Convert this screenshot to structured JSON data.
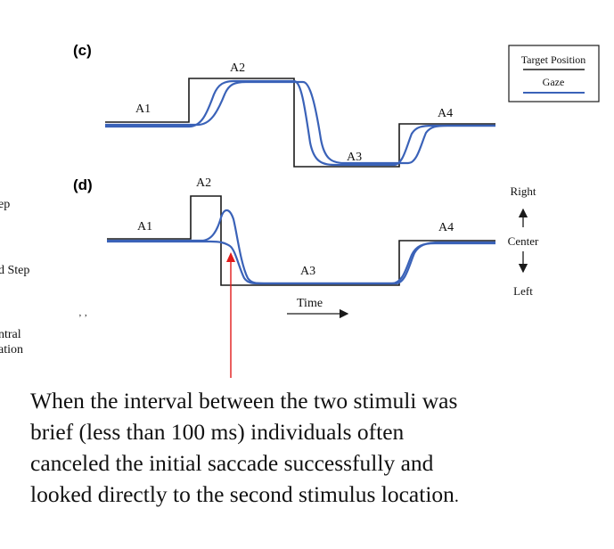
{
  "panels": [
    {
      "label": "(c)",
      "segments": [
        "A1",
        "A2",
        "A3",
        "A4"
      ]
    },
    {
      "label": "(d)",
      "segments": [
        "A1",
        "A2",
        "A3",
        "A4"
      ]
    }
  ],
  "left_cutoff_text": [
    "ep",
    "d Step",
    "ntral",
    "ation"
  ],
  "legend": {
    "target_label": "Target Position",
    "gaze_label": "Gaze"
  },
  "direction": {
    "right": "Right",
    "center": "Center",
    "left": "Left"
  },
  "time_label": "Time",
  "caption": {
    "lines": [
      "When the interval between the two stimuli was",
      "brief (less than 100 ms) individuals often",
      "canceled the initial saccade successfully and",
      "looked directly to the second stimulus location"
    ],
    "end": "."
  },
  "colors": {
    "target": "#1a1a1a",
    "gaze": "#3a62b8",
    "annotation": "#e21b1b"
  }
}
